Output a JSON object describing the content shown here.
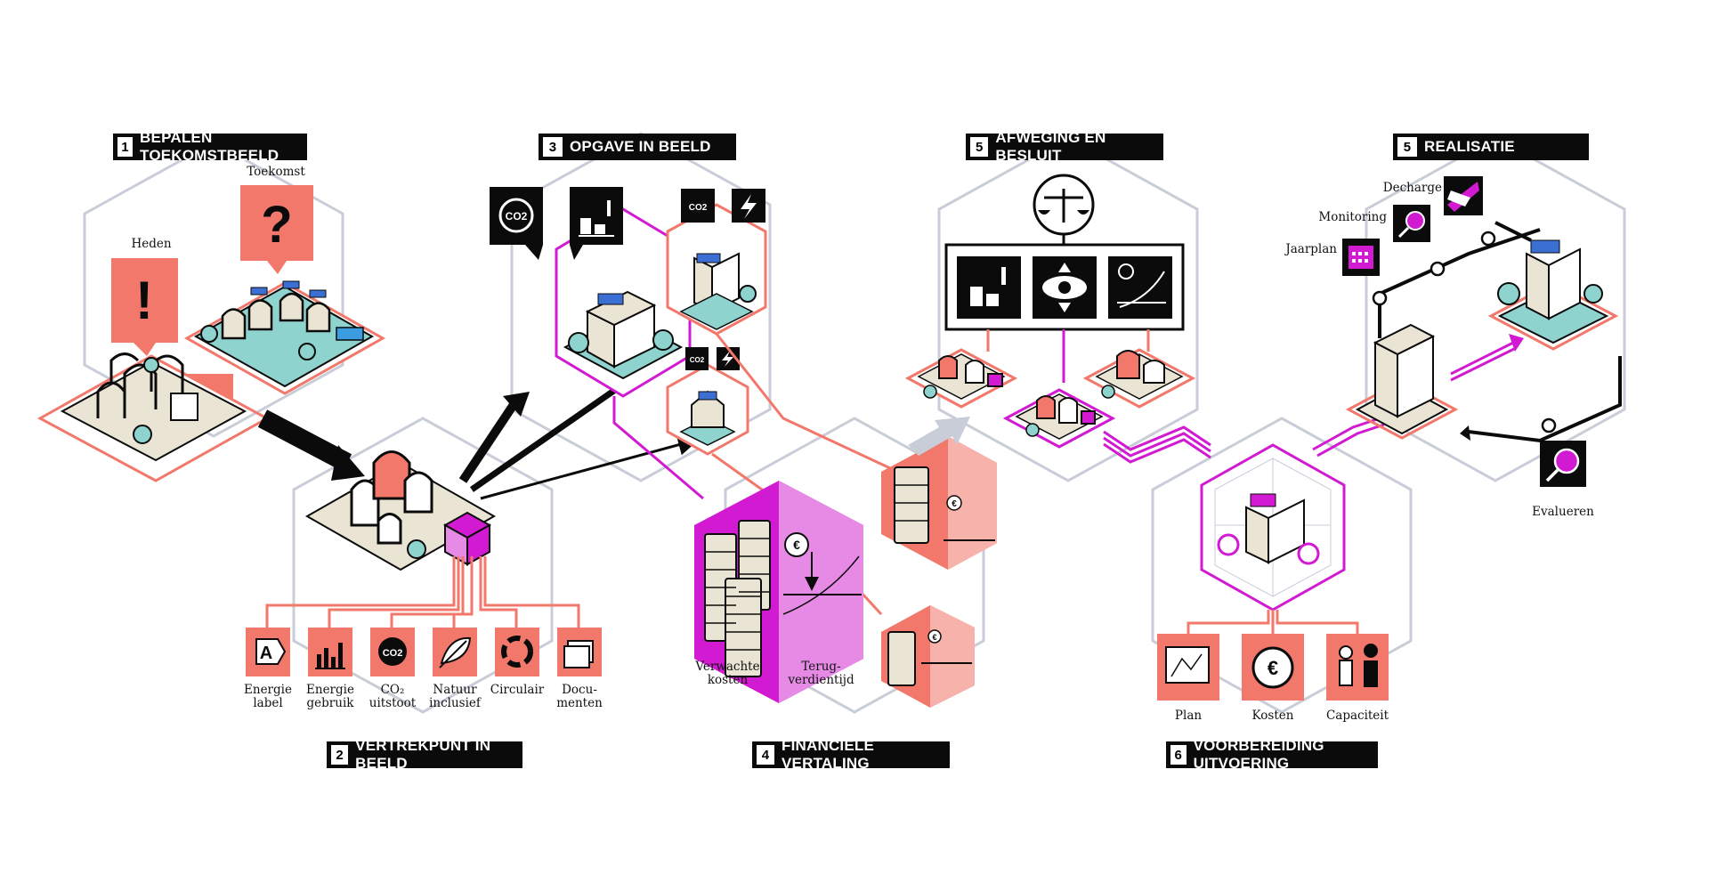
{
  "colors": {
    "coral": "#f1786b",
    "coral_light": "#f7b3ab",
    "magenta": "#d11ad1",
    "magenta_light": "#e68ae6",
    "grey_line": "#c8cdd8",
    "beige": "#e9e4d3",
    "teal": "#8fd3cf",
    "black": "#0b0b0b"
  },
  "steps": {
    "s1": {
      "num": "1",
      "title": "BEPALEN TOEKOMSTBEELD"
    },
    "s2": {
      "num": "2",
      "title": "VERTREKPUNT IN BEELD"
    },
    "s3": {
      "num": "3",
      "title": "OPGAVE IN BEELD"
    },
    "s4": {
      "num": "4",
      "title": "FINANCIELE VERTALING"
    },
    "s5a": {
      "num": "5",
      "title": "AFWEGING EN BESLUIT"
    },
    "s6": {
      "num": "6",
      "title": "VOORBEREIDING UITVOERING"
    },
    "s5b": {
      "num": "5",
      "title": "REALISATIE"
    }
  },
  "step1": {
    "heden": "Heden",
    "toekomst": "Toekomst",
    "mark_heden": "!",
    "mark_toekomst": "?"
  },
  "step2_icons": [
    {
      "icon": "energy-label-icon",
      "glyph": "A",
      "label": "Energie\nlabel"
    },
    {
      "icon": "energy-usage-icon",
      "glyph": "",
      "label": "Energie\ngebruik"
    },
    {
      "icon": "co2-emission-icon",
      "glyph": "CO2",
      "label": "CO₂\nuitstoot"
    },
    {
      "icon": "nature-leaf-icon",
      "glyph": "",
      "label": "Natuur\ninclusief"
    },
    {
      "icon": "circular-icon",
      "glyph": "",
      "label": "Circulair"
    },
    {
      "icon": "documents-icon",
      "glyph": "",
      "label": "Docu-\nmenten"
    }
  ],
  "step3": {
    "co2": "CO2"
  },
  "step4": {
    "verwachte_kosten": "Verwachte\nkosten",
    "terugverdientijd": "Terug-\nverdientijd",
    "euro": "€"
  },
  "step6_icons": [
    {
      "icon": "plan-drawing-icon",
      "label": "Plan"
    },
    {
      "icon": "costs-euro-icon",
      "label": "Kosten"
    },
    {
      "icon": "capacity-people-icon",
      "label": "Capaciteit"
    }
  ],
  "realisatie": {
    "decharge": "Decharge",
    "monitoring": "Monitoring",
    "jaarplan": "Jaarplan",
    "evalueren": "Evalueren"
  }
}
